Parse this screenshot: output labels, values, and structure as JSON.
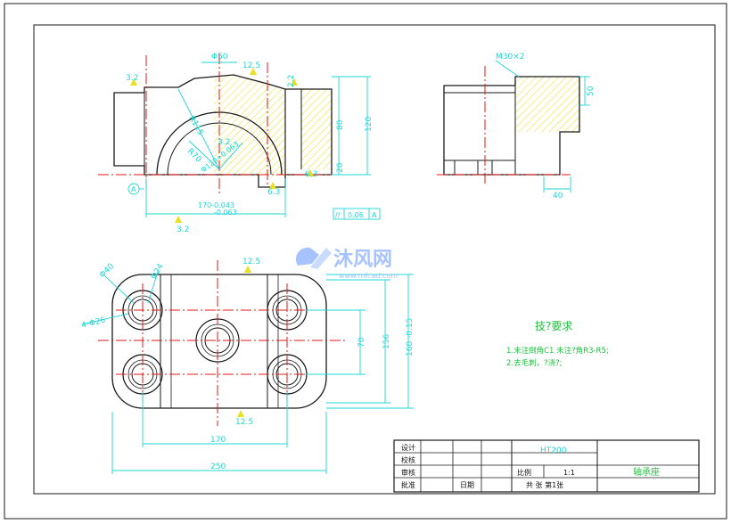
{
  "dims": {
    "phi50": "Φ50",
    "r125_top": "12.5",
    "r32_left": "3.2",
    "r22": "2.2",
    "r115": "R115",
    "r70": "R70",
    "r32_mid": "3.2",
    "dia120": "Φ120+0.063",
    "h80": "80",
    "h120": "120",
    "h20": "20",
    "r63a": "6.3",
    "r63b": "6.3",
    "width170": "170-0.043",
    "width170b": "-0.063",
    "r32_bot": "3.2",
    "datum": "A",
    "tol_sym": "//",
    "tol_val": "0.06",
    "tol_ref": "A",
    "m30": "M30×2",
    "h50": "50",
    "w40": "40",
    "phi40": "Φ40",
    "phi24": "Φ24",
    "holes": "4-Φ26",
    "r125_plan": "12.5",
    "r125_plan_b": "12.5",
    "h70": "70",
    "h156": "156",
    "h160": "160 -0.15",
    "w170_plan": "170",
    "w250": "250"
  },
  "notes": {
    "title": "技?要求",
    "line1": "1.未注倒角C1 未注?角R3-R5;",
    "line2": "2.去毛刺，?浇?;"
  },
  "watermark": {
    "brand": "沐风网",
    "url": "www.mfcad.com"
  },
  "title_block": {
    "design": "设计",
    "check": "校核",
    "review": "审核",
    "approve": "批准",
    "date": "日期",
    "material": "HT200",
    "scale_label": "比例",
    "scale_value": "1:1",
    "part_name": "轴承座",
    "sheets": "共 张 第1张"
  }
}
